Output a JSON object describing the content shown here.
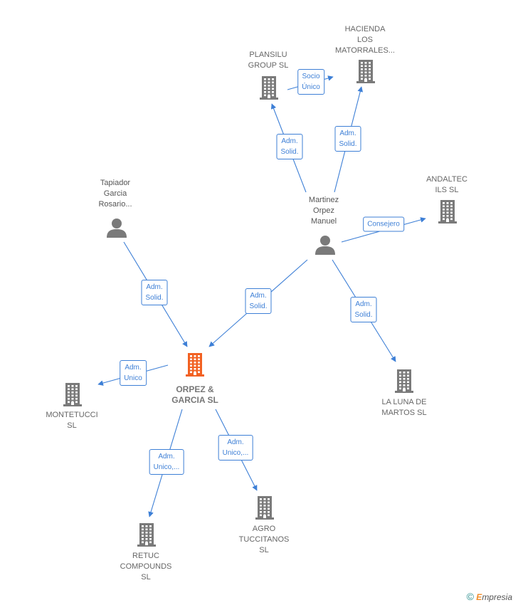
{
  "colors": {
    "edge": "#3d7fd6",
    "company": "#7a7a7a",
    "focus_company": "#f26122",
    "person": "#7a7a7a"
  },
  "nodes": {
    "orpez": {
      "label": [
        "ORPEZ &",
        "GARCIA  SL"
      ],
      "icon": "building-icon-highlighted"
    },
    "martinez": {
      "label": [
        "Martinez",
        "Orpez",
        "Manuel"
      ],
      "icon": "person-icon"
    },
    "tapiador": {
      "label": [
        "Tapiador",
        "Garcia",
        "Rosario..."
      ],
      "icon": "person-icon"
    },
    "plansilu": {
      "label": [
        "PLANSILU",
        "GROUP SL"
      ],
      "icon": "building-icon"
    },
    "hacienda": {
      "label": [
        "HACIENDA",
        "LOS",
        "MATORRALES..."
      ],
      "icon": "building-icon"
    },
    "andaltec": {
      "label": [
        "ANDALTEC",
        "ILS  SL"
      ],
      "icon": "building-icon"
    },
    "laluna": {
      "label": [
        "LA LUNA DE",
        "MARTOS SL"
      ],
      "icon": "building-icon"
    },
    "montetucci": {
      "label": [
        "MONTETUCCI",
        "SL"
      ],
      "icon": "building-icon"
    },
    "retuc": {
      "label": [
        "RETUC",
        "COMPOUNDS",
        "SL"
      ],
      "icon": "building-icon"
    },
    "agro": {
      "label": [
        "AGRO",
        "TUCCITANOS",
        "SL"
      ],
      "icon": "building-icon"
    }
  },
  "edges": [
    {
      "from": "tapiador",
      "to": "orpez",
      "label": [
        "Adm.",
        "Solid."
      ]
    },
    {
      "from": "martinez",
      "to": "orpez",
      "label": [
        "Adm.",
        "Solid."
      ]
    },
    {
      "from": "martinez",
      "to": "plansilu",
      "label": [
        "Adm.",
        "Solid."
      ]
    },
    {
      "from": "martinez",
      "to": "hacienda",
      "label": [
        "Adm.",
        "Solid."
      ]
    },
    {
      "from": "plansilu",
      "to": "hacienda",
      "label": [
        "Socio",
        "Único"
      ]
    },
    {
      "from": "martinez",
      "to": "andaltec",
      "label": [
        "Consejero"
      ]
    },
    {
      "from": "martinez",
      "to": "laluna",
      "label": [
        "Adm.",
        "Solid."
      ]
    },
    {
      "from": "orpez",
      "to": "montetucci",
      "label": [
        "Adm.",
        "Unico"
      ]
    },
    {
      "from": "orpez",
      "to": "retuc",
      "label": [
        "Adm.",
        "Unico,..."
      ]
    },
    {
      "from": "orpez",
      "to": "agro",
      "label": [
        "Adm.",
        "Unico,..."
      ]
    }
  ],
  "footer": {
    "copyright": "©",
    "brand_e": "E",
    "brand_rest": "mpresia"
  }
}
